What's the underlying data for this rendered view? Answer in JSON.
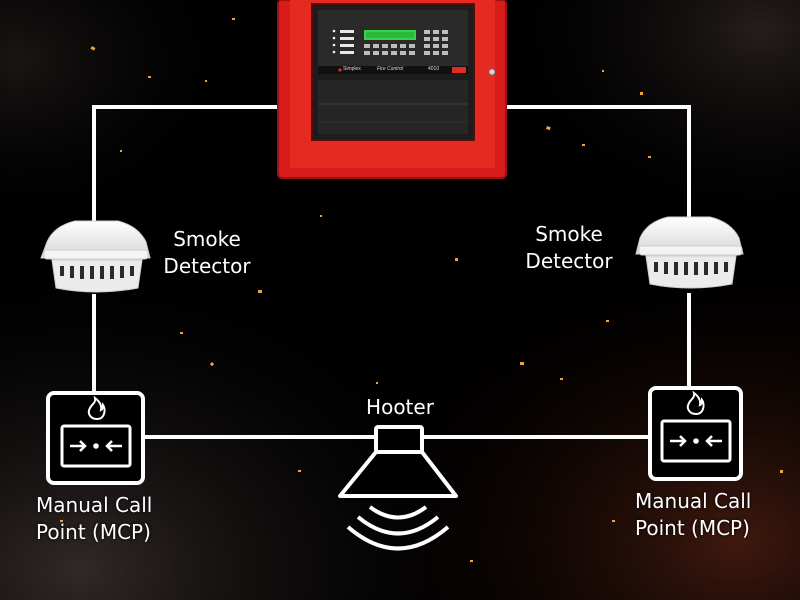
{
  "diagram": {
    "panel": {
      "brand": "Simplex",
      "caption": "Fire Control",
      "model": "4010"
    },
    "labels": {
      "smoke_left_line1": "Smoke",
      "smoke_left_line2": "Detector",
      "smoke_right_line1": "Smoke",
      "smoke_right_line2": "Detector",
      "hooter": "Hooter",
      "mcp_left_line1": "Manual Call",
      "mcp_left_line2": "Point (MCP)",
      "mcp_right_line1": "Manual Call",
      "mcp_right_line2": "Point (MCP)"
    },
    "colors": {
      "background": "#000000",
      "wire": "#ffffff",
      "panel_red": "#e02020",
      "panel_dark": "#1a1a1a",
      "display_green": "#38d14a",
      "ember": "#f2a23a"
    },
    "icons": [
      "fire-alarm-panel-icon",
      "smoke-detector-icon",
      "manual-call-point-icon",
      "hooter-icon",
      "flame-icon"
    ]
  }
}
